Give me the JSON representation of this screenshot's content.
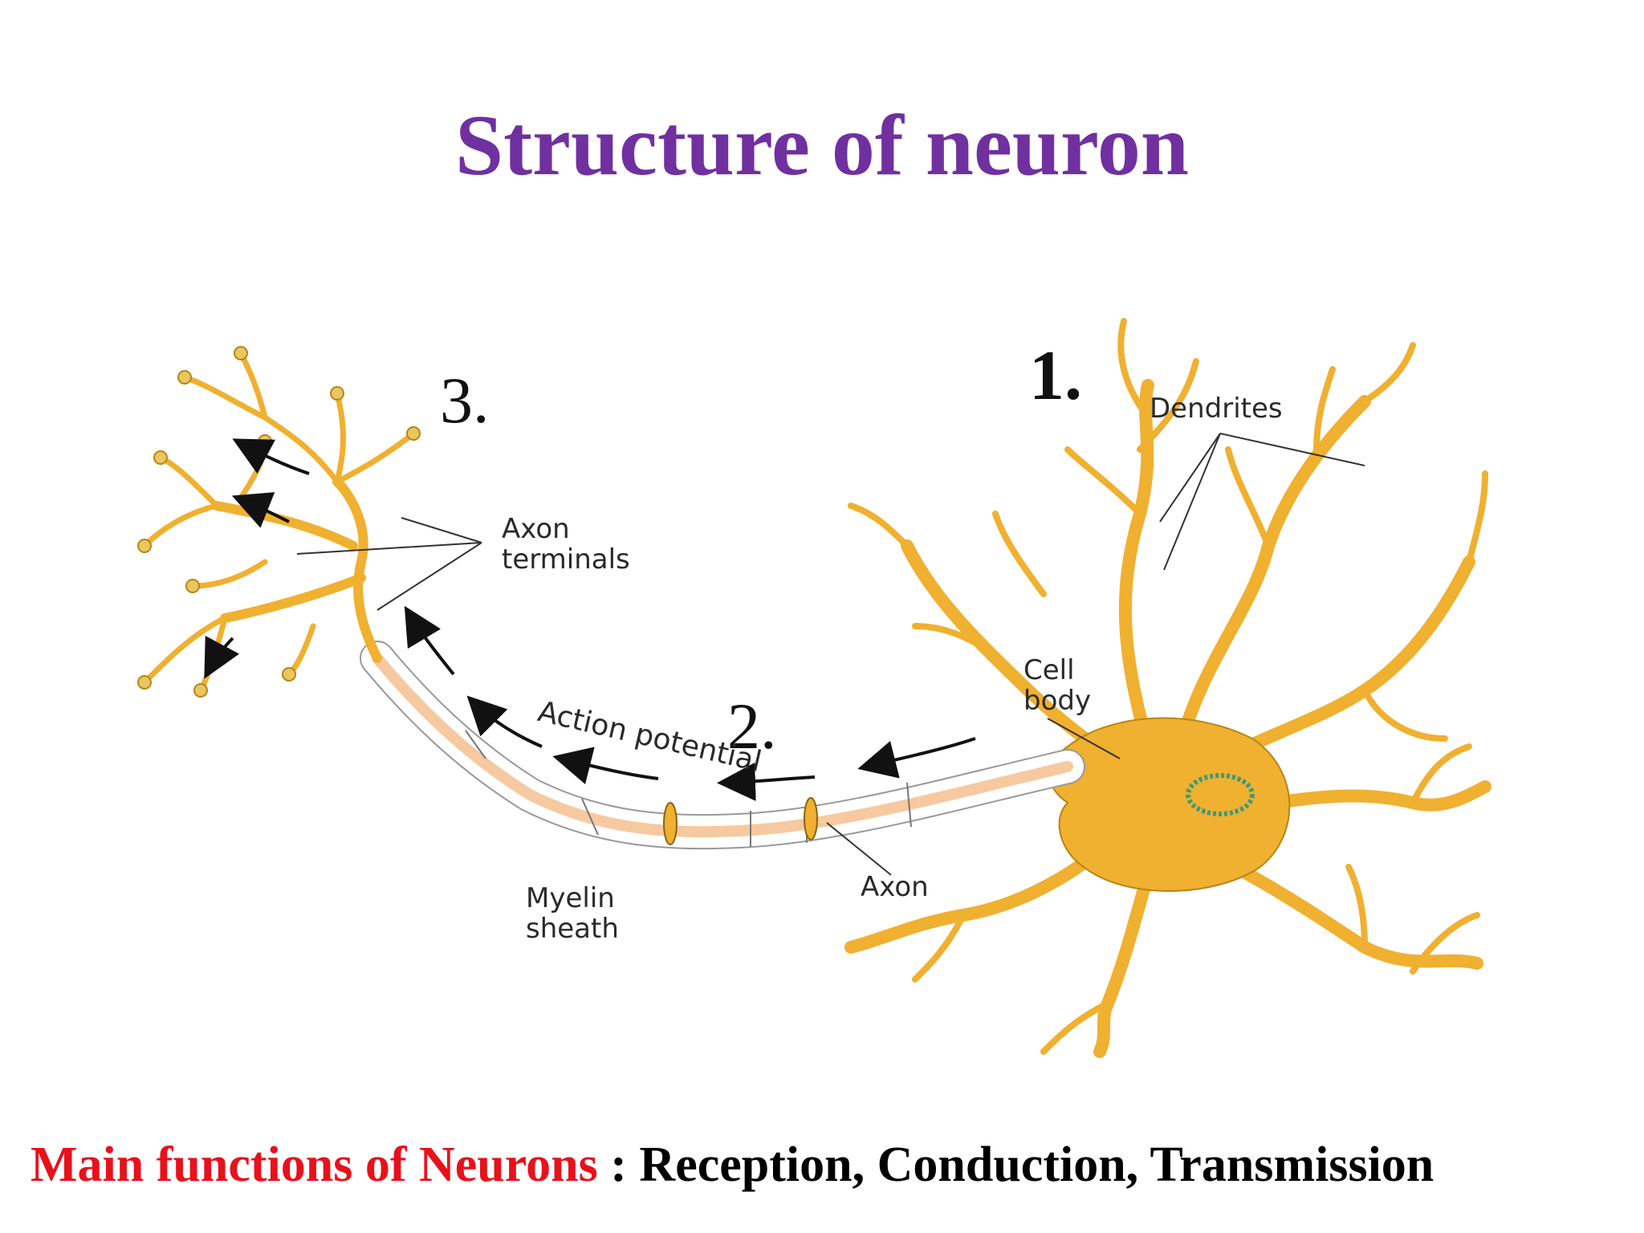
{
  "slide": {
    "title": "Structure of neuron",
    "markers": {
      "one": "1.",
      "two": "2.",
      "three": "3."
    }
  },
  "diagram": {
    "labels": {
      "dendrites": "Dendrites",
      "axon_terminals": "Axon\nterminals",
      "cell_body": "Cell\nbody",
      "action_potential": "Action potential",
      "myelin_sheath": "Myelin\nsheath",
      "axon": "Axon"
    },
    "colors": {
      "neuron_fill": "#f0b030",
      "neuron_stroke": "#b98414",
      "axon_core": "#f6c9a0",
      "nucleus": "#3d9a78"
    }
  },
  "footer": {
    "prefix": "Main functions of  Neurons",
    "separator": " : ",
    "functions": "Reception, Conduction, Transmission",
    "prefix_color": "#e8111b"
  }
}
